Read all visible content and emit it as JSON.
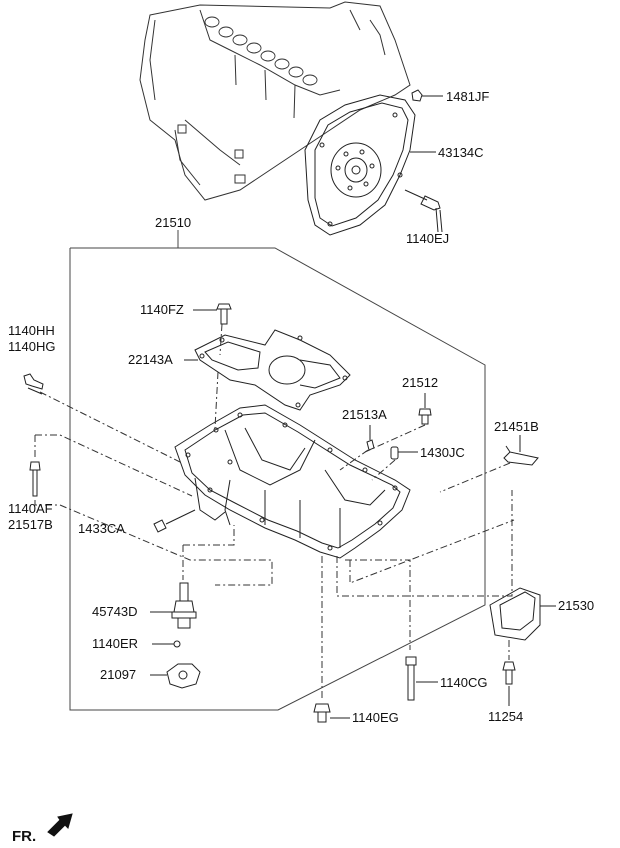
{
  "diagram": {
    "labels": {
      "p1481JF": "1481JF",
      "p43134C": "43134C",
      "p1140EJ": "1140EJ",
      "p21510": "21510",
      "p1140FZ": "1140FZ",
      "p1140HH": "1140HH",
      "p1140HG": "1140HG",
      "p22143A": "22143A",
      "p21512": "21512",
      "p21513A": "21513A",
      "p21451B": "21451B",
      "p1430JC": "1430JC",
      "p1140AF": "1140AF",
      "p21517B": "21517B",
      "p1433CA": "1433CA",
      "p45743D": "45743D",
      "p21530": "21530",
      "p1140ER": "1140ER",
      "p21097": "21097",
      "p1140CG": "1140CG",
      "p1140EG": "1140EG",
      "p11254": "11254"
    },
    "front_indicator": "FR."
  }
}
